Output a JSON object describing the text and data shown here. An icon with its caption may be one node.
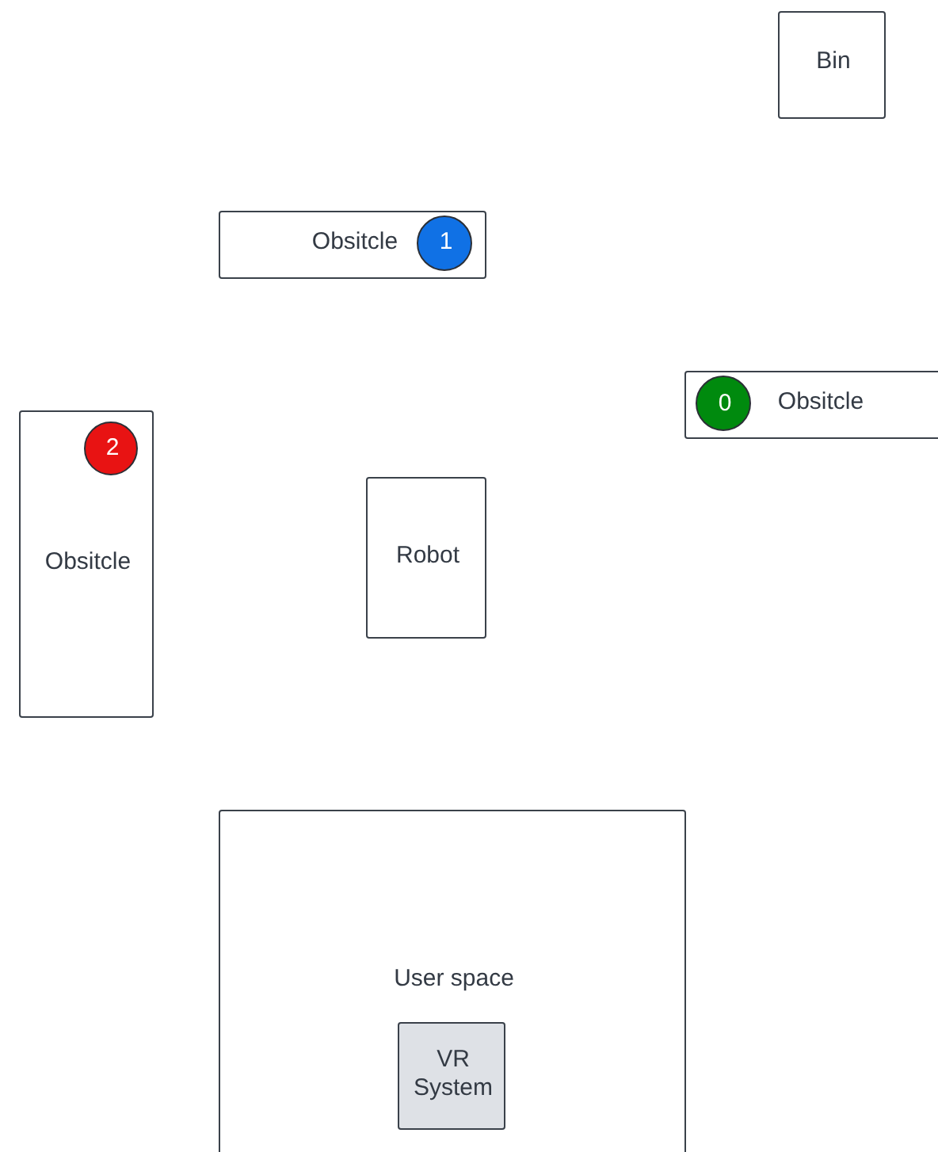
{
  "diagram": {
    "nodes": [
      {
        "text": [
          "Bin"
        ]
      },
      {
        "text": [
          "Obsitcle"
        ]
      },
      {
        "text": [
          "1"
        ],
        "in": 1
      },
      {
        "text": [
          "Obsitcle"
        ]
      },
      {
        "text": [
          "0"
        ],
        "in": 3
      },
      {
        "text": [
          "Obsitcle"
        ]
      },
      {
        "text": [
          "2"
        ],
        "in": 5
      },
      {
        "text": [
          "Robot"
        ]
      },
      {
        "text": [
          "User space"
        ]
      },
      {
        "text": [
          "VR System"
        ],
        "in": 8
      }
    ]
  }
}
